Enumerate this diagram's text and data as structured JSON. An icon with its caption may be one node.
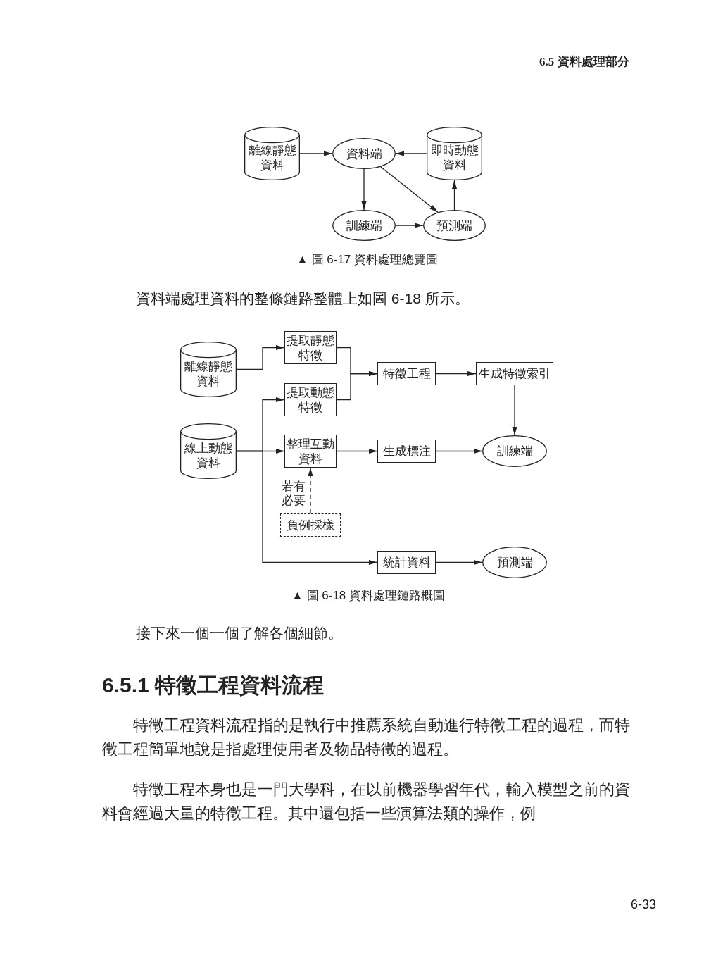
{
  "diagram": {
    "nodes": [
      {
        "text": [
          "離線靜態資料"
        ]
      },
      {
        "text": [
          "資料端"
        ]
      },
      {
        "text": [
          "即時動態資料"
        ]
      },
      {
        "text": [
          "訓練端"
        ]
      },
      {
        "text": [
          "預測端"
        ]
      },
      {
        "text": [
          "提取靜態特徵"
        ]
      },
      {
        "text": [
          "離線靜態資料"
        ]
      },
      {
        "text": [
          "特徵工程"
        ]
      },
      {
        "text": [
          "生成特徵索引"
        ]
      },
      {
        "text": [
          "提取動態特徵"
        ]
      },
      {
        "text": [
          "線上動態資料"
        ]
      },
      {
        "text": [
          "整理互動資料"
        ]
      },
      {
        "text": [
          "生成標注"
        ]
      },
      {
        "text": [
          "訓練端"
        ]
      },
      {
        "text": [
          "負例採樣"
        ]
      },
      {
        "text": [
          "統計資料"
        ]
      },
      {
        "text": [
          "預測端"
        ]
      }
    ],
    "edges": [
      {
        "from": 0,
        "to": 1,
        "arrow": "to"
      },
      {
        "from": 2,
        "to": 1,
        "arrow": "to"
      },
      {
        "from": 1,
        "to": 3,
        "arrow": "to"
      },
      {
        "from": 1,
        "to": 4,
        "arrow": "to"
      },
      {
        "from": 3,
        "to": 4,
        "arrow": "to"
      },
      {
        "from": 4,
        "to": 2,
        "arrow": "to"
      },
      {
        "from": 6,
        "to": 5,
        "arrow": "to"
      },
      {
        "from": 10,
        "to": 9,
        "arrow": "to"
      },
      {
        "from": 10,
        "to": 11,
        "arrow": "to"
      },
      {
        "from": 10,
        "to": 15,
        "arrow": "to"
      },
      {
        "from": 5,
        "to": 7,
        "arrow": "to"
      },
      {
        "from": 9,
        "to": 7,
        "arrow": "to"
      },
      {
        "from": 7,
        "to": 8,
        "arrow": "to"
      },
      {
        "from": 8,
        "to": 13,
        "arrow": "to"
      },
      {
        "from": 11,
        "to": 12,
        "arrow": "to"
      },
      {
        "from": 12,
        "to": 13,
        "arrow": "to"
      },
      {
        "from": 14,
        "to": 11,
        "arrow": "to",
        "style": "dashed",
        "label": "若有必要"
      },
      {
        "from": 15,
        "to": 16,
        "arrow": "to"
      }
    ],
    "labels": [
      "6.5 資料處理部分",
      "▲ 圖 6-17 資料處理總覽圖",
      "資料端處理資料的整條鏈路整體上如圖 6-18 所示。",
      "▲ 圖 6-18 資料處理鏈路概圖",
      "接下來一個一個了解各個細節。",
      "6.5.1 特徵工程資料流程",
      "特徵工程資料流程指的是執行中推薦系統自動進行特徵工程的過程，而特徵工程簡單地說是指處理使用者及物品特徵的過程。",
      "特徵工程本身也是一門大學科，在以前機器學習年代，輸入模型之前的資料會經過大量的特徵工程。其中還包括一些演算法類的操作，例",
      "6-33"
    ]
  }
}
